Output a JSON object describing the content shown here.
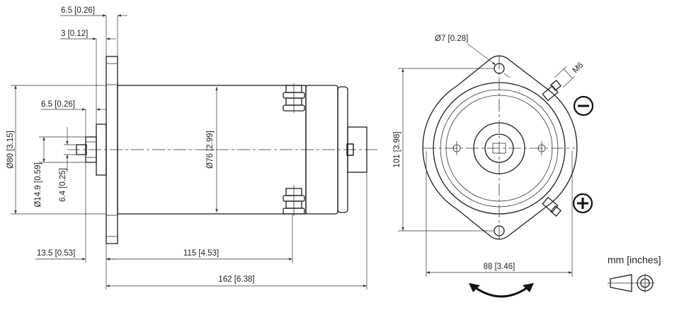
{
  "units_label": "mm [inches]",
  "polarity": {
    "negative_symbol": "−",
    "positive_symbol": "+"
  },
  "dimensions": {
    "top_flange_width": "6.5 [0.26]",
    "flange_offset": "3 [0.12]",
    "shaft_step": "6.5 [0.26]",
    "flange_dia": "Ø80 [3.15]",
    "pilot_dia": "Ø14.9 [0.59]",
    "shaft_dia": "6.4 [0.25]",
    "body_dia": "Ø76 [2.99]",
    "shaft_length": "13.5 [0.53]",
    "body_length": "115 [4.53]",
    "overall_length": "162 [6.38]",
    "hole_dia": "Ø7 [0.28]",
    "thread": "M6",
    "height": "101 [3.98]",
    "width": "88 [3.46]"
  }
}
